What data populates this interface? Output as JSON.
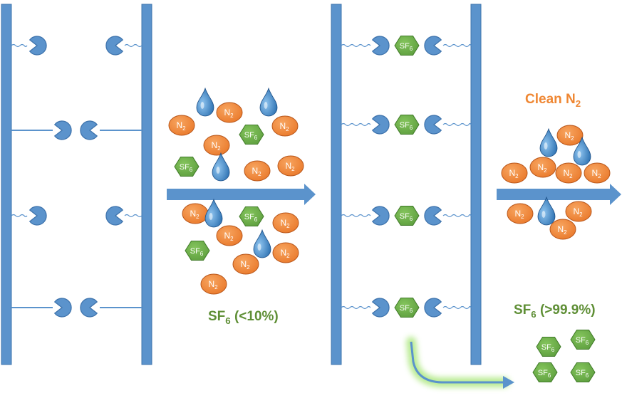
{
  "colors": {
    "rail": "#5b93cc",
    "rail_edge": "#3f74ad",
    "n2_fill": "#ea7a2c",
    "n2_edge": "#b8561a",
    "sf6_fill": "#5fa040",
    "sf6_edge": "#3f7a27",
    "drop": "#2a6fb0",
    "arrow": "#5b93cc",
    "clean_text": "#ef8733",
    "sf6_text": "#5f8f36",
    "glow": "#b5ea8c"
  },
  "molecules": {
    "n2_base": "N",
    "n2_sub": "2",
    "sf6_base": "SF",
    "sf6_sub": "6"
  },
  "captions": {
    "feed_base": "SF",
    "feed_sub": "6",
    "feed_rest": " (<10%)",
    "clean_base": "Clean N",
    "clean_sub": "2",
    "pure_base": "SF",
    "pure_sub": "6",
    "pure_rest": " (>99.9%)"
  }
}
